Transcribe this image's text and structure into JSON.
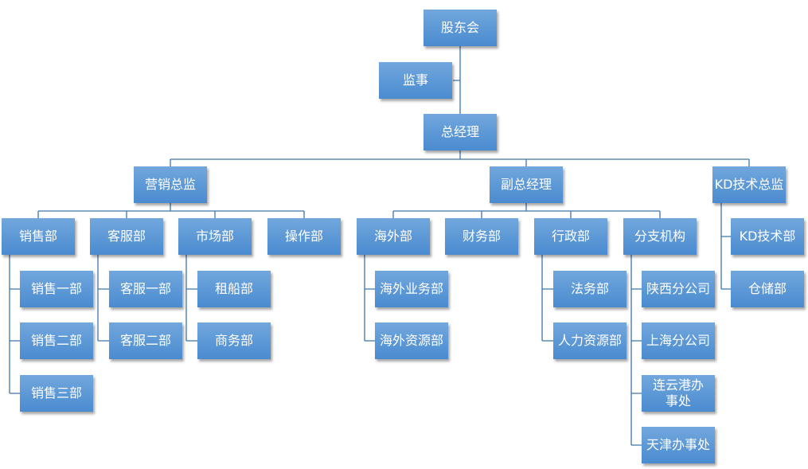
{
  "nodes": {
    "shareholders": "股东会",
    "supervisor": "监事",
    "gm": "总经理",
    "marketing_director": "营销总监",
    "deputy_gm": "副总经理",
    "kd_tech_director": "KD技术总监",
    "sales": "销售部",
    "sales_1": "销售一部",
    "sales_2": "销售二部",
    "sales_3": "销售三部",
    "service": "客服部",
    "service_1": "客服一部",
    "service_2": "客服二部",
    "market": "市场部",
    "chartering": "租船部",
    "business": "商务部",
    "operations": "操作部",
    "overseas": "海外部",
    "overseas_business": "海外业务部",
    "overseas_resources": "海外资源部",
    "finance": "财务部",
    "admin": "行政部",
    "legal": "法务部",
    "hr": "人力资源部",
    "branches": "分支机构",
    "shaanxi": "陕西分公司",
    "shanghai": "上海分公司",
    "lianyungang": "连云港办事处",
    "tianjin": "天津办事处",
    "kd_tech": "KD技术部",
    "warehouse": "仓储部"
  }
}
